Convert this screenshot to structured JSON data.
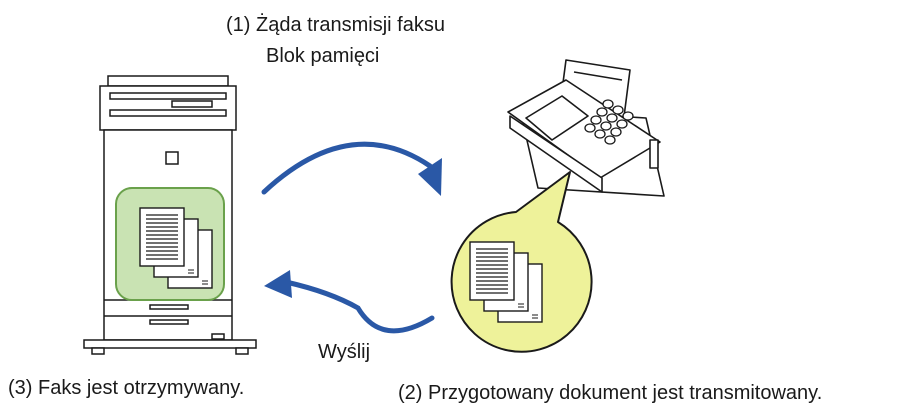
{
  "labels": {
    "step1_line1": "(1) Żąda transmisji faksu",
    "step1_line2": "Blok pamięci",
    "step2": "(2) Przygotowany dokument jest transmitowany.",
    "step3": "(3) Faks jest otrzymywany.",
    "send": "Wyślij"
  },
  "colors": {
    "arrow": "#2a58a6",
    "mfp_highlight": "#c9e3b3",
    "mfp_highlight_border": "#6aa14b",
    "fax_bubble": "#eef29a",
    "fax_bubble_border": "#1a1a1a",
    "outline": "#1a1a1a"
  },
  "icons": [
    "mfp-printer-icon",
    "fax-machine-icon",
    "document-stack-icon"
  ]
}
